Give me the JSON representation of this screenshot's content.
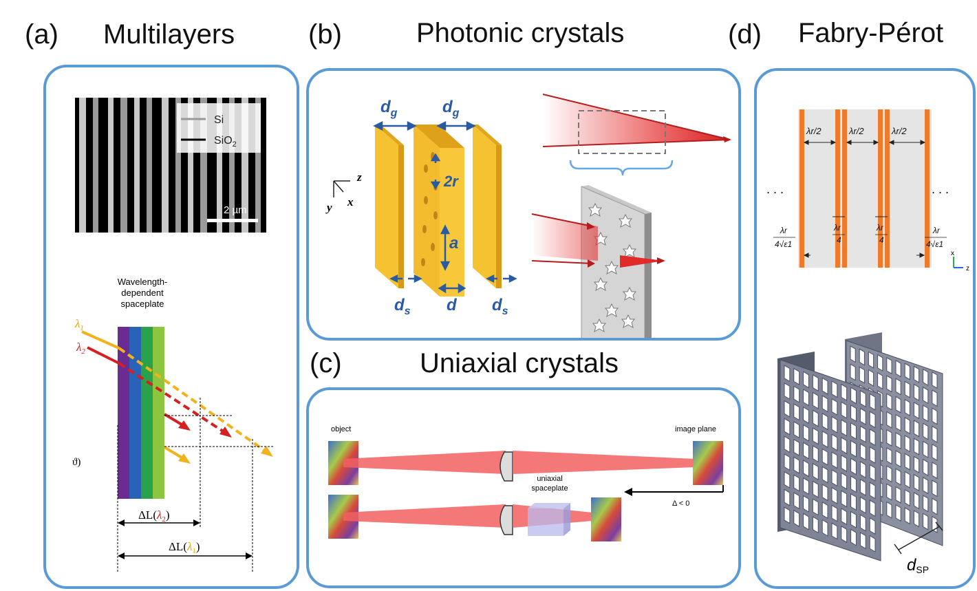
{
  "panels": {
    "a": {
      "letter": "(a)",
      "title": "Multilayers"
    },
    "b": {
      "letter": "(b)",
      "title": "Photonic crystals"
    },
    "c": {
      "letter": "(c)",
      "title": "Uniaxial crystals"
    },
    "d": {
      "letter": "(d)",
      "title": "Fabry-Pérot"
    }
  },
  "multilayer": {
    "legend_si": "Si",
    "legend_sio2": "SiO",
    "legend_sio2_sub": "2",
    "scalebar": "2 µm",
    "spaceplate_line1": "Wavelength-",
    "spaceplate_line2": "dependent",
    "spaceplate_line3": "spaceplate",
    "lambda1": "λ",
    "lambda1_sub": "1",
    "lambda2": "λ",
    "lambda2_sub": "2",
    "dL2_prefix": "ΔL(",
    "dL2_lambda": "λ",
    "dL2_sub": "2",
    "dL2_suffix": ")",
    "dL1_prefix": "ΔL(",
    "dL1_lambda": "λ",
    "dL1_sub": "1",
    "dL1_suffix": ")",
    "stray": "ϑ)",
    "layer_colors": [
      "#6a2c91",
      "#2a62b8",
      "#2aa24a",
      "#8cc63f"
    ]
  },
  "photonic": {
    "dg_left": "d",
    "dg_left_sub": "g",
    "dg_right": "d",
    "dg_right_sub": "g",
    "two_r": "2r",
    "a": "a",
    "ds_left": "d",
    "ds_left_sub": "s",
    "d": "d",
    "ds_right": "d",
    "ds_right_sub": "s",
    "axis_z": "z",
    "axis_y": "y",
    "axis_x": "x"
  },
  "uniaxial": {
    "object": "object",
    "image_plane": "image plane",
    "spaceplate_line1": "uniaxial",
    "spaceplate_line2": "spaceplate",
    "delta": "Δ < 0"
  },
  "fabry": {
    "half_1": "λr/2",
    "half_2": "λr/2",
    "half_3": "λr/2",
    "dots_left": ". . .",
    "dots_right": ". . .",
    "frac_left_num": "λr",
    "frac_left_den": "4√ε1",
    "frac_mid1_num": "λr",
    "frac_mid1_den": "4",
    "frac_mid2_num": "λr",
    "frac_mid2_den": "4",
    "frac_right_num": "λr",
    "frac_right_den": "4√ε1",
    "axis_x": "x",
    "axis_z": "z",
    "dsp": "d",
    "dsp_sub": "SP"
  }
}
